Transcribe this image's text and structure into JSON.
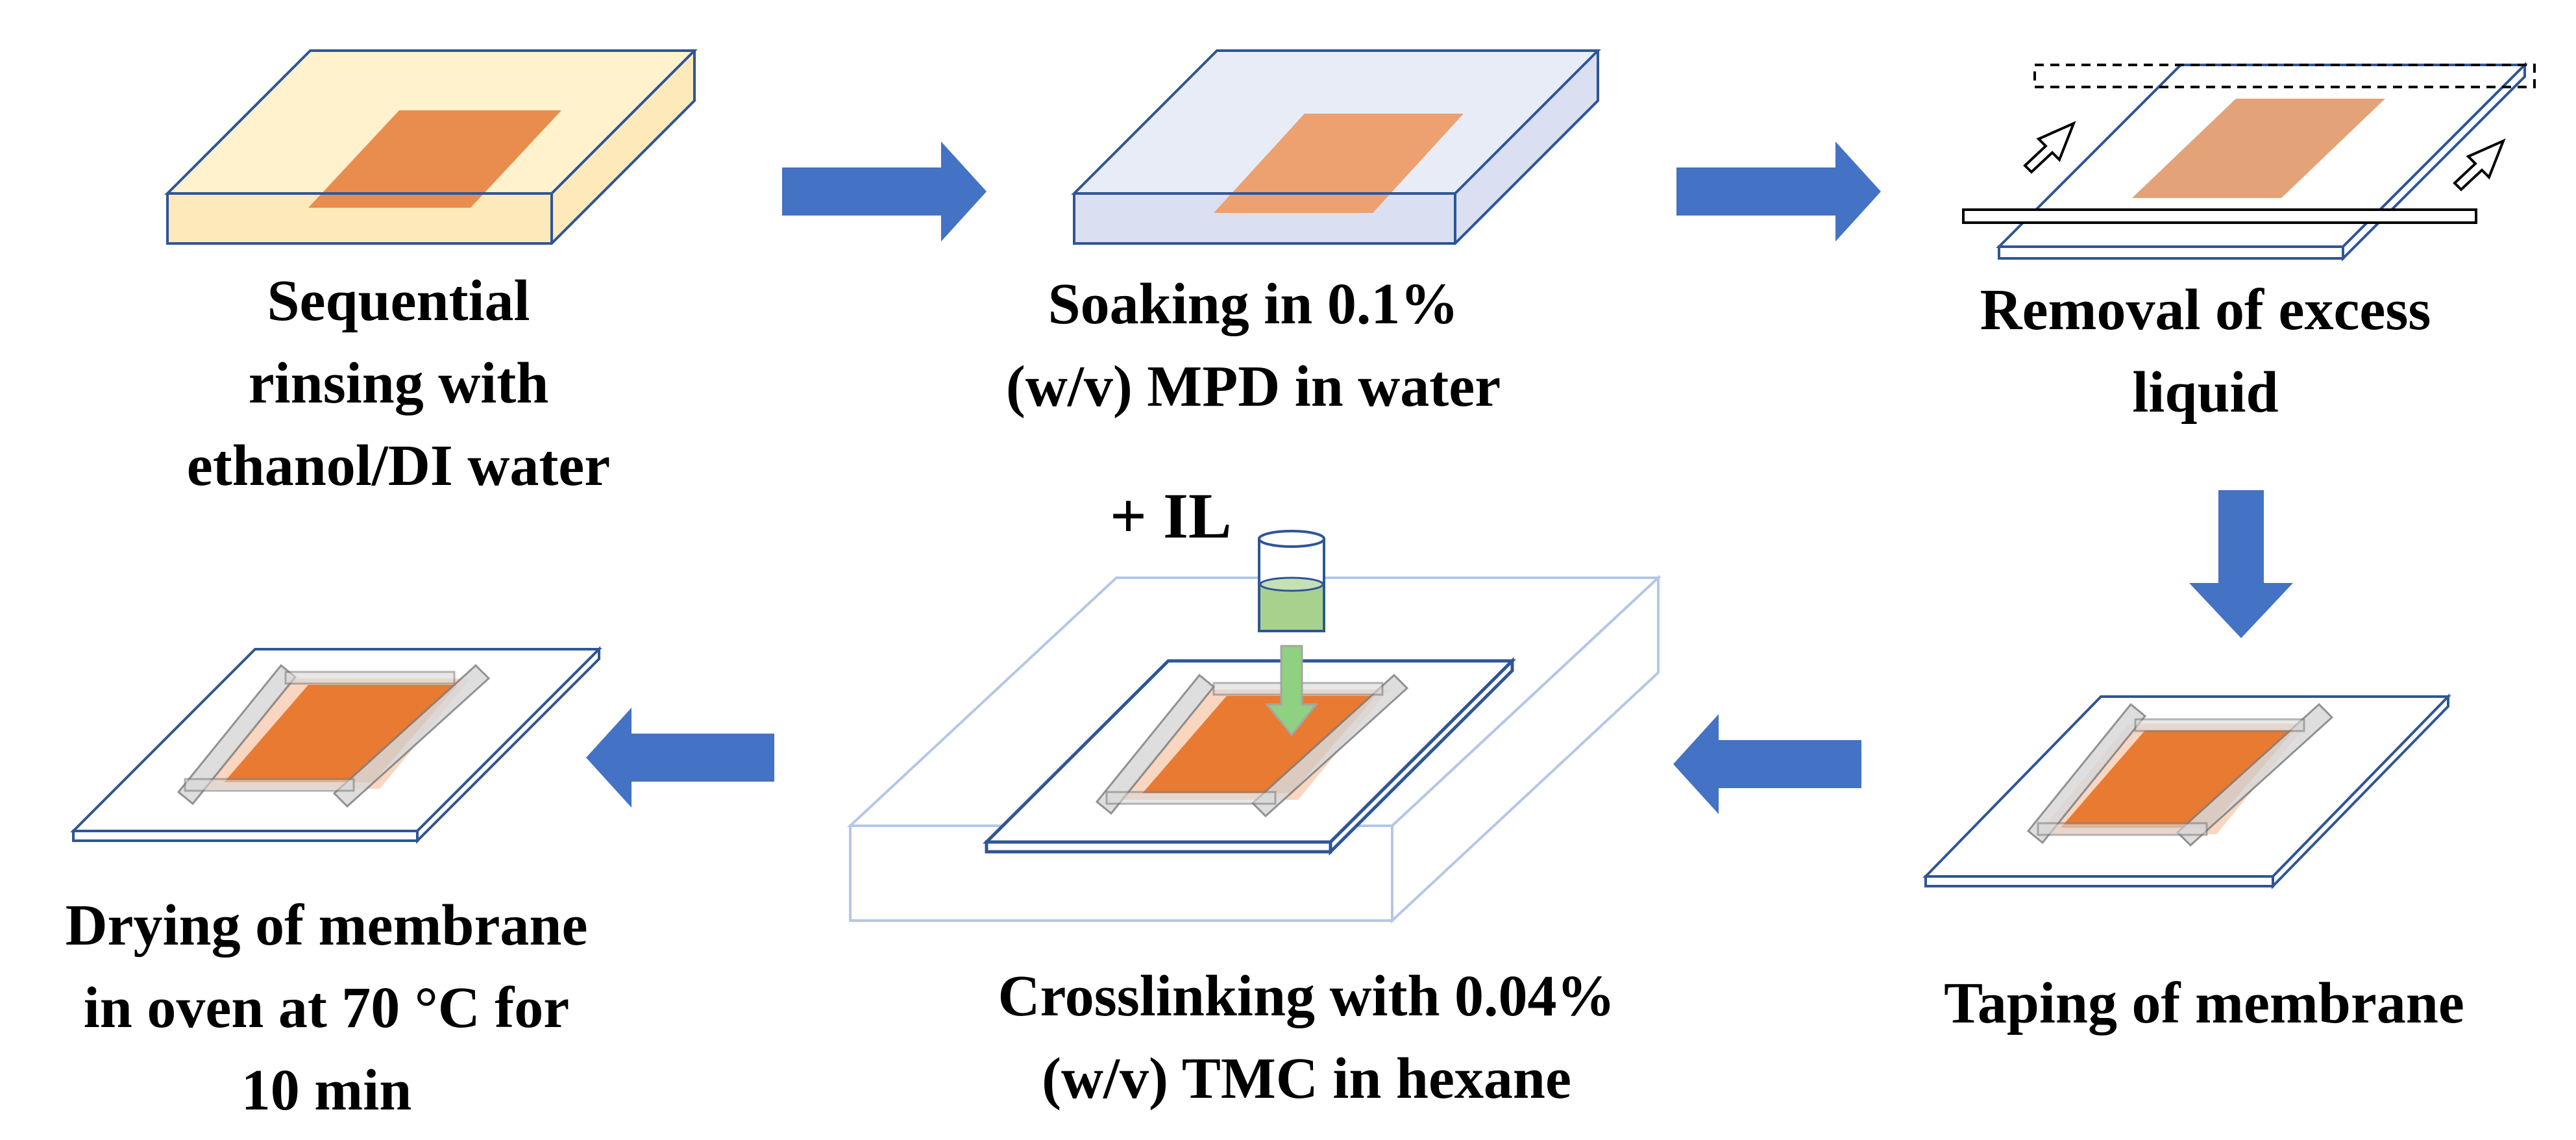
{
  "steps": [
    {
      "id": "rinse",
      "lines": [
        "Sequential",
        "rinsing with",
        "ethanol/DI water"
      ]
    },
    {
      "id": "soak",
      "lines": [
        "Soaking in 0.1%",
        "(w/v) MPD in water"
      ]
    },
    {
      "id": "remove",
      "lines": [
        "Removal of excess",
        "liquid"
      ]
    },
    {
      "id": "tape",
      "lines": [
        "Taping of membrane"
      ]
    },
    {
      "id": "crosslink",
      "lines": [
        "Crosslinking with 0.04%",
        "(w/v) TMC in hexane"
      ]
    },
    {
      "id": "dry",
      "lines": [
        "Drying of membrane",
        "in oven at 70 °C for",
        "10 min"
      ]
    }
  ],
  "annotation": {
    "ionic_liquid": "+ IL"
  },
  "colors": {
    "arrow": "#4472C4",
    "outline": "#2F5597",
    "membrane": "#E97A32",
    "membrane_light": "#EDA070",
    "rinse_liquid": "#FCE4A8",
    "mpd_liquid": "#DCE3F5",
    "il_liquid": "#A9D18E",
    "il_arrow": "#8FD081",
    "tape": "#D9D9D9"
  }
}
